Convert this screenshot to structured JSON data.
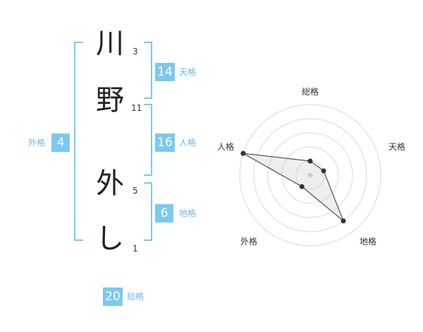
{
  "characters": [
    {
      "char": "川",
      "strokes": "3"
    },
    {
      "char": "野",
      "strokes": "11"
    },
    {
      "char": "外",
      "strokes": "5"
    },
    {
      "char": "し",
      "strokes": "1"
    }
  ],
  "kakusu": {
    "tenkaku": {
      "value": "14",
      "label": "天格"
    },
    "jinkaku": {
      "value": "16",
      "label": "人格"
    },
    "chikaku": {
      "value": "6",
      "label": "地格"
    },
    "gaikaku": {
      "value": "4",
      "label": "外格"
    },
    "soukaku": {
      "value": "20",
      "label": "総格"
    }
  },
  "radar": {
    "labels": {
      "top": "総格",
      "right": "天格",
      "bottom_right": "地格",
      "bottom_left": "外格",
      "left": "人格"
    },
    "scale_max": 5,
    "values": {
      "総格": 1,
      "天格": 1,
      "地格": 4,
      "外格": 1,
      "人格": 5
    },
    "accent": "#7cc8ee"
  }
}
